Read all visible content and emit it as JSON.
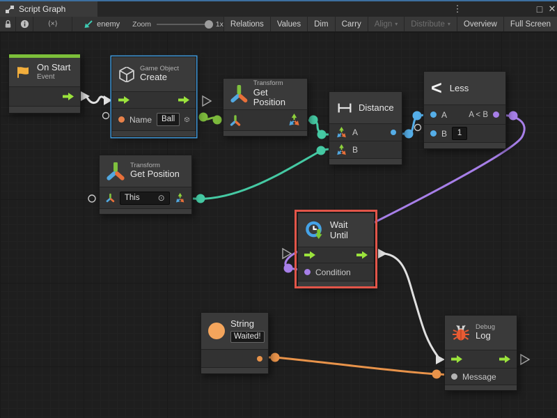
{
  "window": {
    "tab": {
      "title": "Script Graph"
    },
    "controls": {
      "menu": "⋮",
      "maximize": "□",
      "close": "✕"
    }
  },
  "toolbar": {
    "api_icon_glyph": "⟨×⟩",
    "graph_context": {
      "label": "enemy"
    },
    "zoom": {
      "label": "Zoom",
      "value": "1x"
    },
    "dropdown_caret": "▾",
    "buttons": [
      {
        "label": "Relations",
        "enabled": true
      },
      {
        "label": "Values",
        "enabled": true
      },
      {
        "label": "Dim",
        "enabled": true
      },
      {
        "label": "Carry",
        "enabled": true
      },
      {
        "label": "Align",
        "enabled": false
      },
      {
        "label": "Distribute",
        "enabled": false
      },
      {
        "label": "Overview",
        "enabled": true
      },
      {
        "label": "Full Screen",
        "enabled": true
      }
    ]
  },
  "nodes": {
    "on_start": {
      "title": "On Start",
      "subtitle": "Event"
    },
    "create": {
      "category": "Game Object",
      "title": "Create",
      "name_label": "Name",
      "name_value": "Ball"
    },
    "get_position_top": {
      "category": "Transform",
      "title": "Get Position"
    },
    "get_position_bottom": {
      "category": "Transform",
      "title": "Get Position",
      "this_value": "This"
    },
    "distance": {
      "title": "Distance",
      "input_a": "A",
      "input_b": "B"
    },
    "less": {
      "title": "Less",
      "icon_glyph": "<",
      "input_a": "A",
      "input_b": "B",
      "b_value": "1",
      "output_label": "A < B"
    },
    "wait_until": {
      "title": "Wait Until",
      "condition_label": "Condition"
    },
    "string": {
      "title": "String",
      "value": "Waited!"
    },
    "debug_log": {
      "category": "Debug",
      "title": "Log",
      "message_label": "Message"
    }
  },
  "icons": {
    "object_picker": "⊙"
  },
  "colors": {
    "flow_lime": "#9be33c",
    "object_green": "#7cb93c",
    "vector_teal": "#45c9a3",
    "float_blue": "#55aee8",
    "bool_purple": "#a77fe8",
    "string_orange": "#e8934a",
    "event_stripe_green": "#7cbf3a",
    "selection_blue": "#3f97d8",
    "highlight_red": "#e25549",
    "wire_white": "#e0e0e0"
  }
}
